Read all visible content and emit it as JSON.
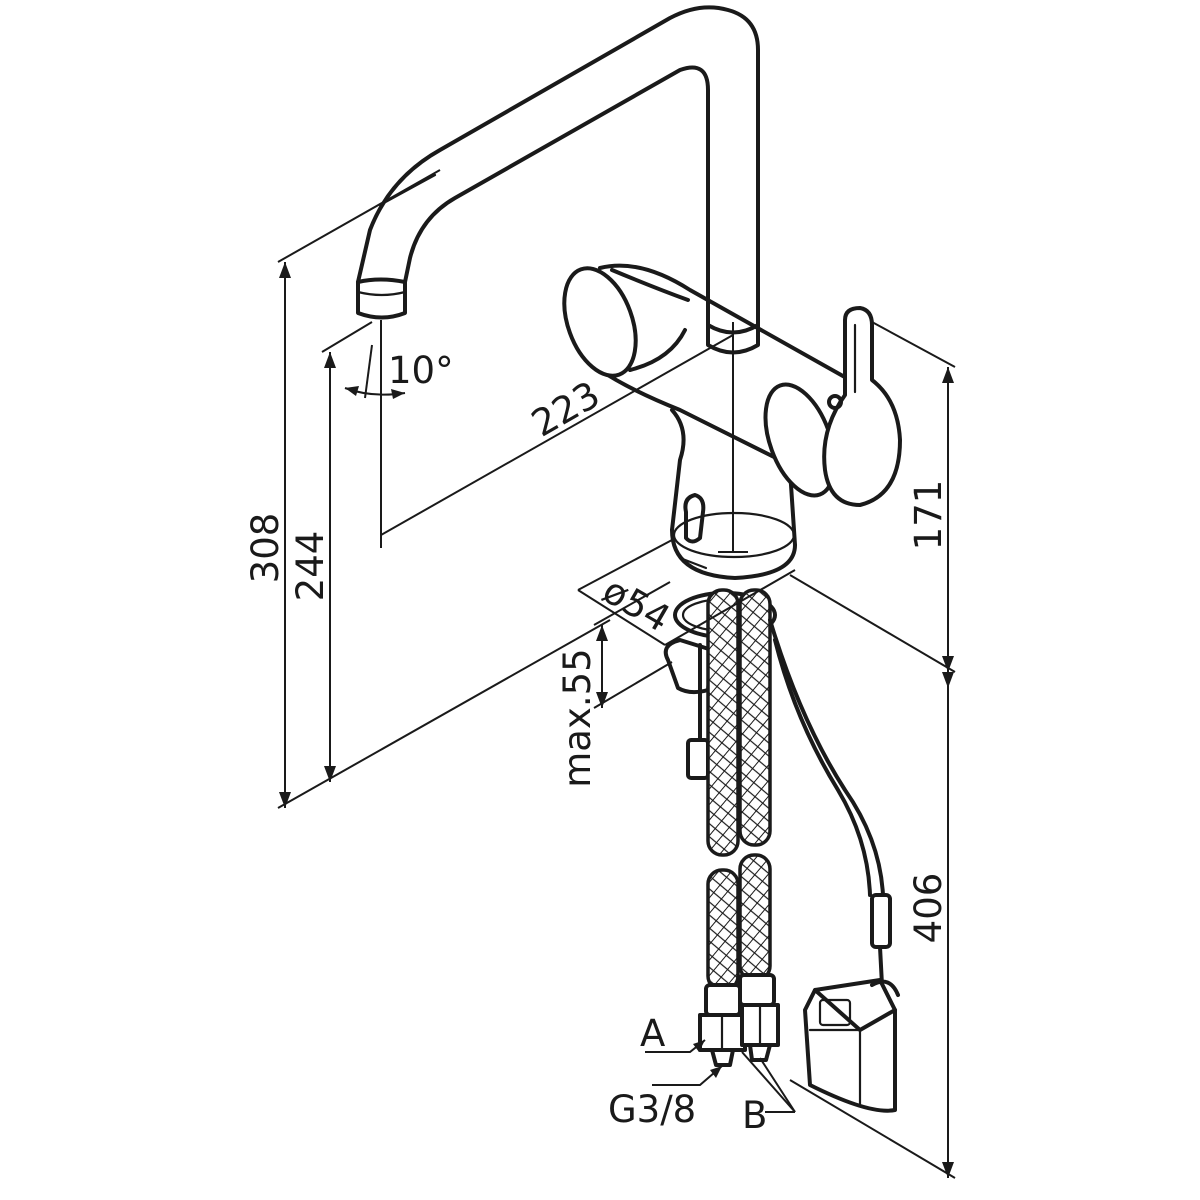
{
  "labels": {
    "dim_308": "308",
    "dim_244": "244",
    "dim_223": "223",
    "dim_angle": "10°",
    "dim_diameter": "ø54",
    "dim_max": "max.55",
    "dim_171": "171",
    "dim_406": "406",
    "conn_a": "A",
    "conn_b": "B",
    "thread": "G3/8"
  }
}
